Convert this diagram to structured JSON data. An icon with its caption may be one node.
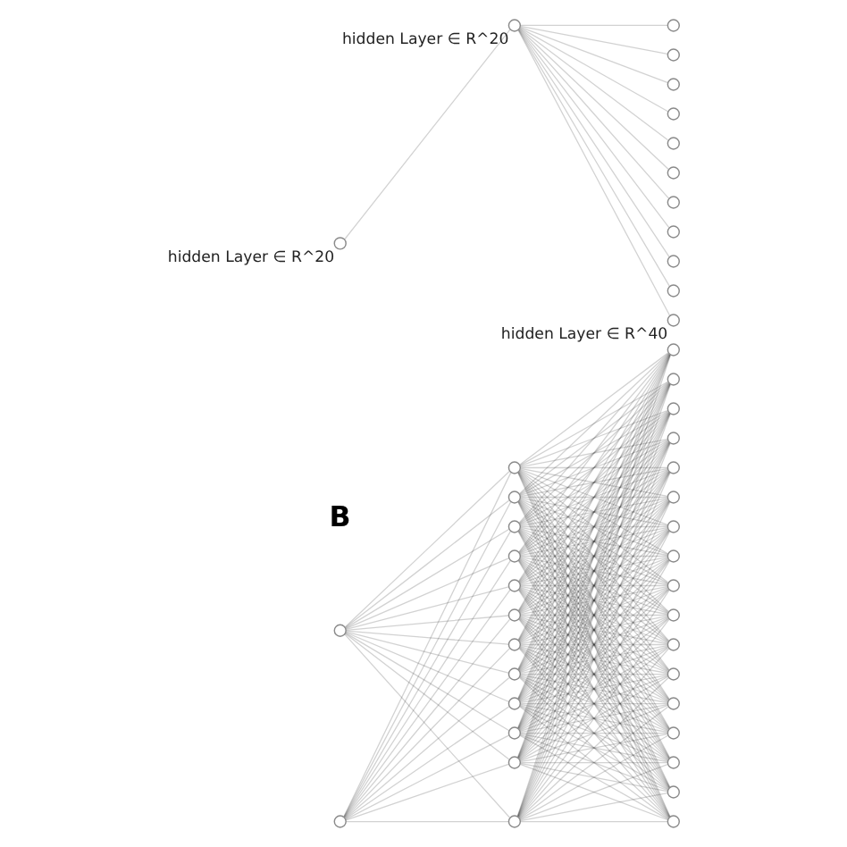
{
  "diagram": {
    "nodes": [
      {
        "text": [],
        "shape": "circle",
        "beside": [
          "hidden Layer ∈ R^20"
        ]
      },
      {
        "text": [],
        "shape": "circle",
        "beside": [
          "hidden Layer ∈ R^20"
        ]
      },
      {
        "text": [],
        "shape": "circle"
      },
      {
        "text": [],
        "shape": "circle"
      },
      {
        "text": [],
        "shape": "circle"
      },
      {
        "text": [],
        "shape": "circle"
      },
      {
        "text": [],
        "shape": "circle"
      },
      {
        "text": [],
        "shape": "circle"
      },
      {
        "text": [],
        "shape": "circle"
      },
      {
        "text": [],
        "shape": "circle"
      },
      {
        "text": [],
        "shape": "circle"
      },
      {
        "text": [],
        "shape": "circle"
      },
      {
        "text": [],
        "shape": "circle",
        "beside": [
          "hidden Layer ∈ R^40"
        ]
      },
      {
        "text": [],
        "shape": "circle"
      },
      {
        "text": [],
        "shape": "circle"
      },
      {
        "text": [],
        "shape": "circle"
      },
      {
        "text": [],
        "shape": "circle"
      },
      {
        "text": [],
        "shape": "circle"
      },
      {
        "text": [],
        "shape": "circle"
      },
      {
        "text": [],
        "shape": "circle"
      },
      {
        "text": [],
        "shape": "circle"
      },
      {
        "text": [],
        "shape": "circle"
      },
      {
        "text": [],
        "shape": "circle"
      },
      {
        "text": [],
        "shape": "circle"
      },
      {
        "text": [],
        "shape": "circle"
      },
      {
        "text": [],
        "shape": "circle"
      },
      {
        "text": [],
        "shape": "circle"
      },
      {
        "text": [],
        "shape": "circle"
      },
      {
        "text": [],
        "shape": "circle"
      },
      {
        "text": [],
        "shape": "circle"
      },
      {
        "text": [],
        "shape": "circle"
      },
      {
        "text": [],
        "shape": "circle"
      },
      {
        "text": [],
        "shape": "circle"
      },
      {
        "text": [],
        "shape": "circle"
      },
      {
        "text": [],
        "shape": "circle"
      },
      {
        "text": [],
        "shape": "circle"
      },
      {
        "text": [],
        "shape": "circle"
      },
      {
        "text": [],
        "shape": "circle"
      },
      {
        "text": [],
        "shape": "circle"
      },
      {
        "text": [],
        "shape": "circle"
      },
      {
        "text": [],
        "shape": "circle"
      },
      {
        "text": [],
        "shape": "circle"
      },
      {
        "text": [],
        "shape": "circle"
      },
      {
        "text": [],
        "shape": "circle"
      }
    ],
    "edges": [
      {
        "from": 0,
        "to": 1,
        "arrow": "none"
      },
      {
        "from": 1,
        "to": 2,
        "arrow": "none"
      },
      {
        "from": 1,
        "to": 3,
        "arrow": "none"
      },
      {
        "from": 1,
        "to": 4,
        "arrow": "none"
      },
      {
        "from": 1,
        "to": 5,
        "arrow": "none"
      },
      {
        "from": 1,
        "to": 6,
        "arrow": "none"
      },
      {
        "from": 1,
        "to": 7,
        "arrow": "none"
      },
      {
        "from": 1,
        "to": 8,
        "arrow": "none"
      },
      {
        "from": 1,
        "to": 9,
        "arrow": "none"
      },
      {
        "from": 1,
        "to": 10,
        "arrow": "none"
      },
      {
        "from": 1,
        "to": 11,
        "arrow": "none"
      },
      {
        "from": 1,
        "to": 12,
        "arrow": "none"
      },
      {
        "from": 13,
        "to": 15,
        "arrow": "none"
      },
      {
        "from": 13,
        "to": 16,
        "arrow": "none"
      },
      {
        "from": 13,
        "to": 17,
        "arrow": "none"
      },
      {
        "from": 13,
        "to": 18,
        "arrow": "none"
      },
      {
        "from": 13,
        "to": 19,
        "arrow": "none"
      },
      {
        "from": 13,
        "to": 20,
        "arrow": "none"
      },
      {
        "from": 13,
        "to": 21,
        "arrow": "none"
      },
      {
        "from": 13,
        "to": 22,
        "arrow": "none"
      },
      {
        "from": 13,
        "to": 23,
        "arrow": "none"
      },
      {
        "from": 13,
        "to": 24,
        "arrow": "none"
      },
      {
        "from": 13,
        "to": 25,
        "arrow": "none"
      },
      {
        "from": 13,
        "to": 26,
        "arrow": "none"
      },
      {
        "from": 14,
        "to": 15,
        "arrow": "none"
      },
      {
        "from": 14,
        "to": 16,
        "arrow": "none"
      },
      {
        "from": 14,
        "to": 17,
        "arrow": "none"
      },
      {
        "from": 14,
        "to": 18,
        "arrow": "none"
      },
      {
        "from": 14,
        "to": 19,
        "arrow": "none"
      },
      {
        "from": 14,
        "to": 20,
        "arrow": "none"
      },
      {
        "from": 14,
        "to": 21,
        "arrow": "none"
      },
      {
        "from": 14,
        "to": 22,
        "arrow": "none"
      },
      {
        "from": 14,
        "to": 23,
        "arrow": "none"
      },
      {
        "from": 14,
        "to": 24,
        "arrow": "none"
      },
      {
        "from": 14,
        "to": 25,
        "arrow": "none"
      },
      {
        "from": 14,
        "to": 26,
        "arrow": "none"
      },
      {
        "from": 15,
        "to": 27,
        "arrow": "none"
      },
      {
        "from": 15,
        "to": 28,
        "arrow": "none"
      },
      {
        "from": 15,
        "to": 29,
        "arrow": "none"
      },
      {
        "from": 15,
        "to": 30,
        "arrow": "none"
      },
      {
        "from": 15,
        "to": 31,
        "arrow": "none"
      },
      {
        "from": 15,
        "to": 32,
        "arrow": "none"
      },
      {
        "from": 15,
        "to": 33,
        "arrow": "none"
      },
      {
        "from": 15,
        "to": 34,
        "arrow": "none"
      },
      {
        "from": 15,
        "to": 35,
        "arrow": "none"
      },
      {
        "from": 15,
        "to": 36,
        "arrow": "none"
      },
      {
        "from": 15,
        "to": 37,
        "arrow": "none"
      },
      {
        "from": 15,
        "to": 38,
        "arrow": "none"
      },
      {
        "from": 15,
        "to": 39,
        "arrow": "none"
      },
      {
        "from": 15,
        "to": 40,
        "arrow": "none"
      },
      {
        "from": 15,
        "to": 41,
        "arrow": "none"
      },
      {
        "from": 15,
        "to": 42,
        "arrow": "none"
      },
      {
        "from": 15,
        "to": 43,
        "arrow": "none"
      },
      {
        "from": 16,
        "to": 27,
        "arrow": "none"
      },
      {
        "from": 16,
        "to": 28,
        "arrow": "none"
      },
      {
        "from": 16,
        "to": 29,
        "arrow": "none"
      },
      {
        "from": 16,
        "to": 30,
        "arrow": "none"
      },
      {
        "from": 16,
        "to": 31,
        "arrow": "none"
      },
      {
        "from": 16,
        "to": 32,
        "arrow": "none"
      },
      {
        "from": 16,
        "to": 33,
        "arrow": "none"
      },
      {
        "from": 16,
        "to": 34,
        "arrow": "none"
      },
      {
        "from": 16,
        "to": 35,
        "arrow": "none"
      },
      {
        "from": 16,
        "to": 36,
        "arrow": "none"
      },
      {
        "from": 16,
        "to": 37,
        "arrow": "none"
      },
      {
        "from": 16,
        "to": 38,
        "arrow": "none"
      },
      {
        "from": 16,
        "to": 39,
        "arrow": "none"
      },
      {
        "from": 16,
        "to": 40,
        "arrow": "none"
      },
      {
        "from": 16,
        "to": 41,
        "arrow": "none"
      },
      {
        "from": 16,
        "to": 42,
        "arrow": "none"
      },
      {
        "from": 16,
        "to": 43,
        "arrow": "none"
      },
      {
        "from": 17,
        "to": 27,
        "arrow": "none"
      },
      {
        "from": 17,
        "to": 28,
        "arrow": "none"
      },
      {
        "from": 17,
        "to": 29,
        "arrow": "none"
      },
      {
        "from": 17,
        "to": 30,
        "arrow": "none"
      },
      {
        "from": 17,
        "to": 31,
        "arrow": "none"
      },
      {
        "from": 17,
        "to": 32,
        "arrow": "none"
      },
      {
        "from": 17,
        "to": 33,
        "arrow": "none"
      },
      {
        "from": 17,
        "to": 34,
        "arrow": "none"
      },
      {
        "from": 17,
        "to": 35,
        "arrow": "none"
      },
      {
        "from": 17,
        "to": 36,
        "arrow": "none"
      },
      {
        "from": 17,
        "to": 37,
        "arrow": "none"
      },
      {
        "from": 17,
        "to": 38,
        "arrow": "none"
      },
      {
        "from": 17,
        "to": 39,
        "arrow": "none"
      },
      {
        "from": 17,
        "to": 40,
        "arrow": "none"
      },
      {
        "from": 17,
        "to": 41,
        "arrow": "none"
      },
      {
        "from": 17,
        "to": 42,
        "arrow": "none"
      },
      {
        "from": 17,
        "to": 43,
        "arrow": "none"
      },
      {
        "from": 18,
        "to": 27,
        "arrow": "none"
      },
      {
        "from": 18,
        "to": 28,
        "arrow": "none"
      },
      {
        "from": 18,
        "to": 29,
        "arrow": "none"
      },
      {
        "from": 18,
        "to": 30,
        "arrow": "none"
      },
      {
        "from": 18,
        "to": 31,
        "arrow": "none"
      },
      {
        "from": 18,
        "to": 32,
        "arrow": "none"
      },
      {
        "from": 18,
        "to": 33,
        "arrow": "none"
      },
      {
        "from": 18,
        "to": 34,
        "arrow": "none"
      },
      {
        "from": 18,
        "to": 35,
        "arrow": "none"
      },
      {
        "from": 18,
        "to": 36,
        "arrow": "none"
      },
      {
        "from": 18,
        "to": 37,
        "arrow": "none"
      },
      {
        "from": 18,
        "to": 38,
        "arrow": "none"
      },
      {
        "from": 18,
        "to": 39,
        "arrow": "none"
      },
      {
        "from": 18,
        "to": 40,
        "arrow": "none"
      },
      {
        "from": 18,
        "to": 41,
        "arrow": "none"
      },
      {
        "from": 18,
        "to": 42,
        "arrow": "none"
      },
      {
        "from": 18,
        "to": 43,
        "arrow": "none"
      },
      {
        "from": 19,
        "to": 27,
        "arrow": "none"
      },
      {
        "from": 19,
        "to": 28,
        "arrow": "none"
      },
      {
        "from": 19,
        "to": 29,
        "arrow": "none"
      },
      {
        "from": 19,
        "to": 30,
        "arrow": "none"
      },
      {
        "from": 19,
        "to": 31,
        "arrow": "none"
      },
      {
        "from": 19,
        "to": 32,
        "arrow": "none"
      },
      {
        "from": 19,
        "to": 33,
        "arrow": "none"
      },
      {
        "from": 19,
        "to": 34,
        "arrow": "none"
      },
      {
        "from": 19,
        "to": 35,
        "arrow": "none"
      },
      {
        "from": 19,
        "to": 36,
        "arrow": "none"
      },
      {
        "from": 19,
        "to": 37,
        "arrow": "none"
      },
      {
        "from": 19,
        "to": 38,
        "arrow": "none"
      },
      {
        "from": 19,
        "to": 39,
        "arrow": "none"
      },
      {
        "from": 19,
        "to": 40,
        "arrow": "none"
      },
      {
        "from": 19,
        "to": 41,
        "arrow": "none"
      },
      {
        "from": 19,
        "to": 42,
        "arrow": "none"
      },
      {
        "from": 19,
        "to": 43,
        "arrow": "none"
      },
      {
        "from": 20,
        "to": 27,
        "arrow": "none"
      },
      {
        "from": 20,
        "to": 28,
        "arrow": "none"
      },
      {
        "from": 20,
        "to": 29,
        "arrow": "none"
      },
      {
        "from": 20,
        "to": 30,
        "arrow": "none"
      },
      {
        "from": 20,
        "to": 31,
        "arrow": "none"
      },
      {
        "from": 20,
        "to": 32,
        "arrow": "none"
      },
      {
        "from": 20,
        "to": 33,
        "arrow": "none"
      },
      {
        "from": 20,
        "to": 34,
        "arrow": "none"
      },
      {
        "from": 20,
        "to": 35,
        "arrow": "none"
      },
      {
        "from": 20,
        "to": 36,
        "arrow": "none"
      },
      {
        "from": 20,
        "to": 37,
        "arrow": "none"
      },
      {
        "from": 20,
        "to": 38,
        "arrow": "none"
      },
      {
        "from": 20,
        "to": 39,
        "arrow": "none"
      },
      {
        "from": 20,
        "to": 40,
        "arrow": "none"
      },
      {
        "from": 20,
        "to": 41,
        "arrow": "none"
      },
      {
        "from": 20,
        "to": 42,
        "arrow": "none"
      },
      {
        "from": 20,
        "to": 43,
        "arrow": "none"
      },
      {
        "from": 21,
        "to": 27,
        "arrow": "none"
      },
      {
        "from": 21,
        "to": 28,
        "arrow": "none"
      },
      {
        "from": 21,
        "to": 29,
        "arrow": "none"
      },
      {
        "from": 21,
        "to": 30,
        "arrow": "none"
      },
      {
        "from": 21,
        "to": 31,
        "arrow": "none"
      },
      {
        "from": 21,
        "to": 32,
        "arrow": "none"
      },
      {
        "from": 21,
        "to": 33,
        "arrow": "none"
      },
      {
        "from": 21,
        "to": 34,
        "arrow": "none"
      },
      {
        "from": 21,
        "to": 35,
        "arrow": "none"
      },
      {
        "from": 21,
        "to": 36,
        "arrow": "none"
      },
      {
        "from": 21,
        "to": 37,
        "arrow": "none"
      },
      {
        "from": 21,
        "to": 38,
        "arrow": "none"
      },
      {
        "from": 21,
        "to": 39,
        "arrow": "none"
      },
      {
        "from": 21,
        "to": 40,
        "arrow": "none"
      },
      {
        "from": 21,
        "to": 41,
        "arrow": "none"
      },
      {
        "from": 21,
        "to": 42,
        "arrow": "none"
      },
      {
        "from": 21,
        "to": 43,
        "arrow": "none"
      },
      {
        "from": 22,
        "to": 27,
        "arrow": "none"
      },
      {
        "from": 22,
        "to": 28,
        "arrow": "none"
      },
      {
        "from": 22,
        "to": 29,
        "arrow": "none"
      },
      {
        "from": 22,
        "to": 30,
        "arrow": "none"
      },
      {
        "from": 22,
        "to": 31,
        "arrow": "none"
      },
      {
        "from": 22,
        "to": 32,
        "arrow": "none"
      },
      {
        "from": 22,
        "to": 33,
        "arrow": "none"
      },
      {
        "from": 22,
        "to": 34,
        "arrow": "none"
      },
      {
        "from": 22,
        "to": 35,
        "arrow": "none"
      },
      {
        "from": 22,
        "to": 36,
        "arrow": "none"
      },
      {
        "from": 22,
        "to": 37,
        "arrow": "none"
      },
      {
        "from": 22,
        "to": 38,
        "arrow": "none"
      },
      {
        "from": 22,
        "to": 39,
        "arrow": "none"
      },
      {
        "from": 22,
        "to": 40,
        "arrow": "none"
      },
      {
        "from": 22,
        "to": 41,
        "arrow": "none"
      },
      {
        "from": 22,
        "to": 42,
        "arrow": "none"
      },
      {
        "from": 22,
        "to": 43,
        "arrow": "none"
      },
      {
        "from": 23,
        "to": 27,
        "arrow": "none"
      },
      {
        "from": 23,
        "to": 28,
        "arrow": "none"
      },
      {
        "from": 23,
        "to": 29,
        "arrow": "none"
      },
      {
        "from": 23,
        "to": 30,
        "arrow": "none"
      },
      {
        "from": 23,
        "to": 31,
        "arrow": "none"
      },
      {
        "from": 23,
        "to": 32,
        "arrow": "none"
      },
      {
        "from": 23,
        "to": 33,
        "arrow": "none"
      },
      {
        "from": 23,
        "to": 34,
        "arrow": "none"
      },
      {
        "from": 23,
        "to": 35,
        "arrow": "none"
      },
      {
        "from": 23,
        "to": 36,
        "arrow": "none"
      },
      {
        "from": 23,
        "to": 37,
        "arrow": "none"
      },
      {
        "from": 23,
        "to": 38,
        "arrow": "none"
      },
      {
        "from": 23,
        "to": 39,
        "arrow": "none"
      },
      {
        "from": 23,
        "to": 40,
        "arrow": "none"
      },
      {
        "from": 23,
        "to": 41,
        "arrow": "none"
      },
      {
        "from": 23,
        "to": 42,
        "arrow": "none"
      },
      {
        "from": 23,
        "to": 43,
        "arrow": "none"
      },
      {
        "from": 24,
        "to": 27,
        "arrow": "none"
      },
      {
        "from": 24,
        "to": 28,
        "arrow": "none"
      },
      {
        "from": 24,
        "to": 29,
        "arrow": "none"
      },
      {
        "from": 24,
        "to": 30,
        "arrow": "none"
      },
      {
        "from": 24,
        "to": 31,
        "arrow": "none"
      },
      {
        "from": 24,
        "to": 32,
        "arrow": "none"
      },
      {
        "from": 24,
        "to": 33,
        "arrow": "none"
      },
      {
        "from": 24,
        "to": 34,
        "arrow": "none"
      },
      {
        "from": 24,
        "to": 35,
        "arrow": "none"
      },
      {
        "from": 24,
        "to": 36,
        "arrow": "none"
      },
      {
        "from": 24,
        "to": 37,
        "arrow": "none"
      },
      {
        "from": 24,
        "to": 38,
        "arrow": "none"
      },
      {
        "from": 24,
        "to": 39,
        "arrow": "none"
      },
      {
        "from": 24,
        "to": 40,
        "arrow": "none"
      },
      {
        "from": 24,
        "to": 41,
        "arrow": "none"
      },
      {
        "from": 24,
        "to": 42,
        "arrow": "none"
      },
      {
        "from": 24,
        "to": 43,
        "arrow": "none"
      },
      {
        "from": 25,
        "to": 27,
        "arrow": "none"
      },
      {
        "from": 25,
        "to": 28,
        "arrow": "none"
      },
      {
        "from": 25,
        "to": 29,
        "arrow": "none"
      },
      {
        "from": 25,
        "to": 30,
        "arrow": "none"
      },
      {
        "from": 25,
        "to": 31,
        "arrow": "none"
      },
      {
        "from": 25,
        "to": 32,
        "arrow": "none"
      },
      {
        "from": 25,
        "to": 33,
        "arrow": "none"
      },
      {
        "from": 25,
        "to": 34,
        "arrow": "none"
      },
      {
        "from": 25,
        "to": 35,
        "arrow": "none"
      },
      {
        "from": 25,
        "to": 36,
        "arrow": "none"
      },
      {
        "from": 25,
        "to": 37,
        "arrow": "none"
      },
      {
        "from": 25,
        "to": 38,
        "arrow": "none"
      },
      {
        "from": 25,
        "to": 39,
        "arrow": "none"
      },
      {
        "from": 25,
        "to": 40,
        "arrow": "none"
      },
      {
        "from": 25,
        "to": 41,
        "arrow": "none"
      },
      {
        "from": 25,
        "to": 42,
        "arrow": "none"
      },
      {
        "from": 25,
        "to": 43,
        "arrow": "none"
      },
      {
        "from": 26,
        "to": 27,
        "arrow": "none"
      },
      {
        "from": 26,
        "to": 28,
        "arrow": "none"
      },
      {
        "from": 26,
        "to": 29,
        "arrow": "none"
      },
      {
        "from": 26,
        "to": 30,
        "arrow": "none"
      },
      {
        "from": 26,
        "to": 31,
        "arrow": "none"
      },
      {
        "from": 26,
        "to": 32,
        "arrow": "none"
      },
      {
        "from": 26,
        "to": 33,
        "arrow": "none"
      },
      {
        "from": 26,
        "to": 34,
        "arrow": "none"
      },
      {
        "from": 26,
        "to": 35,
        "arrow": "none"
      },
      {
        "from": 26,
        "to": 36,
        "arrow": "none"
      },
      {
        "from": 26,
        "to": 37,
        "arrow": "none"
      },
      {
        "from": 26,
        "to": 38,
        "arrow": "none"
      },
      {
        "from": 26,
        "to": 39,
        "arrow": "none"
      },
      {
        "from": 26,
        "to": 40,
        "arrow": "none"
      },
      {
        "from": 26,
        "to": 41,
        "arrow": "none"
      },
      {
        "from": 26,
        "to": 42,
        "arrow": "none"
      },
      {
        "from": 26,
        "to": 43,
        "arrow": "none"
      }
    ],
    "labels": [
      "B"
    ]
  }
}
